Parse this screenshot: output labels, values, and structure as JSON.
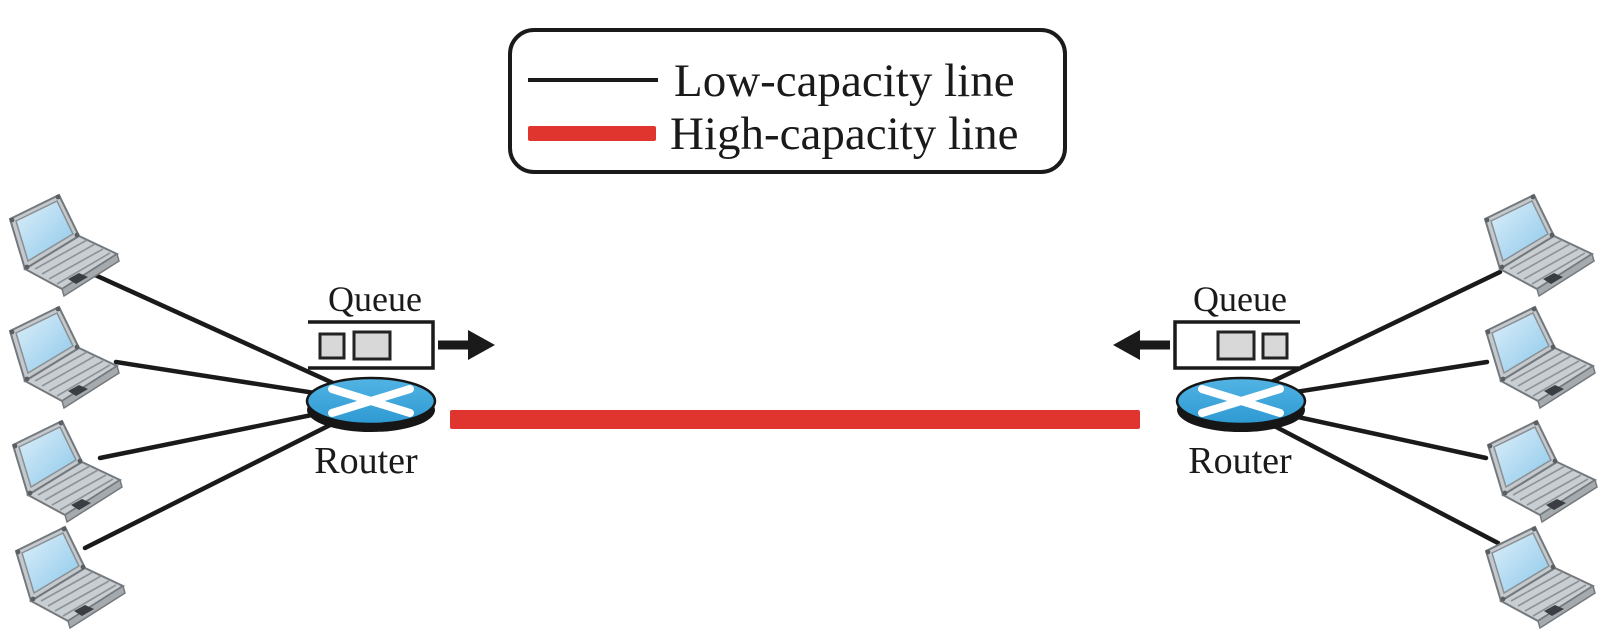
{
  "legend": {
    "items": [
      {
        "label": "Low-capacity line",
        "color": "#1a1a1a",
        "weight": "thin"
      },
      {
        "label": "High-capacity line",
        "color": "#e0352f",
        "weight": "thick"
      }
    ]
  },
  "left_site": {
    "queue_label": "Queue",
    "router_label": "Router",
    "host_count": 4,
    "queue_packet_count": 2,
    "arrow_direction": "right"
  },
  "right_site": {
    "queue_label": "Queue",
    "router_label": "Router",
    "host_count": 4,
    "queue_packet_count": 2,
    "arrow_direction": "left"
  },
  "colors": {
    "low_capacity_line": "#1a1a1a",
    "high_capacity_line": "#e0352f",
    "router_fill": "#3aa7dc",
    "laptop_screen": "#aad6ef",
    "packet_fill": "#d8d8d8",
    "background": "#ffffff"
  }
}
